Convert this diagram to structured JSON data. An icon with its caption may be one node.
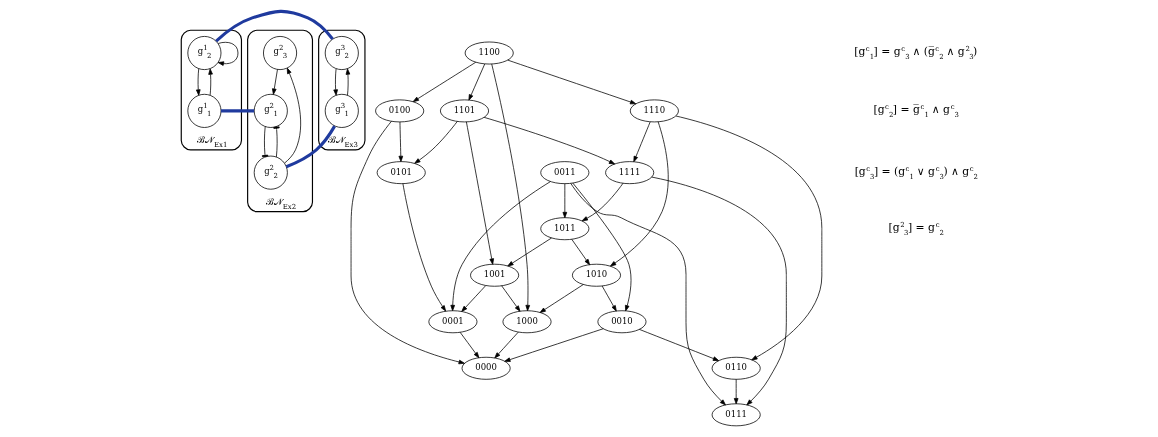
{
  "diagram": {
    "nodes": [
      {
        "text": [
          "ℬ𝒩$_{Ex1}$"
        ]
      },
      {
        "text": [
          "g$^{1}$$_{2}$"
        ],
        "in": 0
      },
      {
        "text": [
          "g$^{1}$$_{1}$"
        ],
        "in": 0
      },
      {
        "text": [
          "ℬ𝒩$_{Ex2}$"
        ]
      },
      {
        "text": [
          "g$^{2}$$_{3}$"
        ],
        "in": 3
      },
      {
        "text": [
          "g$^{2}$$_{1}$"
        ],
        "in": 3
      },
      {
        "text": [
          "g$^{2}$$_{2}$"
        ],
        "in": 3
      },
      {
        "text": [
          "ℬ𝒩$_{Ex3}$"
        ]
      },
      {
        "text": [
          "g$^{3}$$_{2}$"
        ],
        "in": 7
      },
      {
        "text": [
          "g$^{3}$$_{1}$"
        ],
        "in": 7
      },
      {
        "text": [
          "1100"
        ]
      },
      {
        "text": [
          "0100"
        ]
      },
      {
        "text": [
          "1101"
        ]
      },
      {
        "text": [
          "1110"
        ]
      },
      {
        "text": [
          "0101"
        ]
      },
      {
        "text": [
          "0011"
        ]
      },
      {
        "text": [
          "1111"
        ]
      },
      {
        "text": [
          "1011"
        ]
      },
      {
        "text": [
          "1001"
        ]
      },
      {
        "text": [
          "1010"
        ]
      },
      {
        "text": [
          "0001"
        ]
      },
      {
        "text": [
          "1000"
        ]
      },
      {
        "text": [
          "0010"
        ]
      },
      {
        "text": [
          "0000"
        ]
      },
      {
        "text": [
          "0110"
        ]
      },
      {
        "text": [
          "0111"
        ]
      }
    ],
    "edges": [
      {
        "from": 1,
        "to": 1,
        "arrow": "to"
      },
      {
        "from": 1,
        "to": 2,
        "arrow": "to"
      },
      {
        "from": 2,
        "to": 1,
        "arrow": "to"
      },
      {
        "from": 4,
        "to": 5,
        "arrow": "to"
      },
      {
        "from": 6,
        "to": 4,
        "arrow": "to"
      },
      {
        "from": 5,
        "to": 6,
        "arrow": "other"
      },
      {
        "from": 6,
        "to": 5,
        "arrow": "other"
      },
      {
        "from": 8,
        "to": 9,
        "arrow": "to"
      },
      {
        "from": 9,
        "to": 8,
        "arrow": "to"
      },
      {
        "from": 2,
        "to": 5,
        "arrow": "none",
        "style": "thick",
        "color": "#1f3a9e"
      },
      {
        "from": 1,
        "to": 8,
        "arrow": "none",
        "style": "thick",
        "color": "#1f3a9e"
      },
      {
        "from": 6,
        "to": 9,
        "arrow": "none",
        "style": "thick",
        "color": "#1f3a9e"
      },
      {
        "from": 10,
        "to": 11,
        "arrow": "to"
      },
      {
        "from": 10,
        "to": 12,
        "arrow": "to"
      },
      {
        "from": 10,
        "to": 13,
        "arrow": "to"
      },
      {
        "from": 10,
        "to": 21,
        "arrow": "to"
      },
      {
        "from": 11,
        "to": 14,
        "arrow": "to"
      },
      {
        "from": 11,
        "to": 23,
        "arrow": "to"
      },
      {
        "from": 12,
        "to": 14,
        "arrow": "to"
      },
      {
        "from": 12,
        "to": 16,
        "arrow": "to"
      },
      {
        "from": 12,
        "to": 18,
        "arrow": "to"
      },
      {
        "from": 13,
        "to": 16,
        "arrow": "to"
      },
      {
        "from": 13,
        "to": 19,
        "arrow": "to"
      },
      {
        "from": 13,
        "to": 24,
        "arrow": "to"
      },
      {
        "from": 14,
        "to": 20,
        "arrow": "to"
      },
      {
        "from": 15,
        "to": 17,
        "arrow": "to"
      },
      {
        "from": 15,
        "to": 20,
        "arrow": "to"
      },
      {
        "from": 15,
        "to": 22,
        "arrow": "to"
      },
      {
        "from": 15,
        "to": 25,
        "arrow": "to"
      },
      {
        "from": 16,
        "to": 17,
        "arrow": "to"
      },
      {
        "from": 16,
        "to": 25,
        "arrow": "to"
      },
      {
        "from": 17,
        "to": 18,
        "arrow": "to"
      },
      {
        "from": 17,
        "to": 19,
        "arrow": "to"
      },
      {
        "from": 18,
        "to": 20,
        "arrow": "to"
      },
      {
        "from": 18,
        "to": 21,
        "arrow": "to"
      },
      {
        "from": 19,
        "to": 21,
        "arrow": "to"
      },
      {
        "from": 19,
        "to": 22,
        "arrow": "to"
      },
      {
        "from": 20,
        "to": 23,
        "arrow": "to"
      },
      {
        "from": 21,
        "to": 23,
        "arrow": "to"
      },
      {
        "from": 22,
        "to": 23,
        "arrow": "to"
      },
      {
        "from": 22,
        "to": 24,
        "arrow": "to"
      },
      {
        "from": 24,
        "to": 25,
        "arrow": "to"
      }
    ],
    "labels": [
      "[g$^{c}$$_{1}$] = g$^{c}$$_{3}$ ∧ (g̅$^{c}$$_{2}$ ∧ g$^{2}$$_{3}$)",
      "[g$^{c}$$_{2}$] = g̅$^{c}$$_{1}$ ∧ g$^{c}$$_{3}$",
      "[g$^{c}$$_{3}$] = (g$^{c}$$_{1}$ ∨ g$^{c}$$_{3}$) ∧ g$^{c}$$_{2}$",
      "[g$^{2}$$_{3}$] = g$^{c}$$_{2}$"
    ]
  }
}
